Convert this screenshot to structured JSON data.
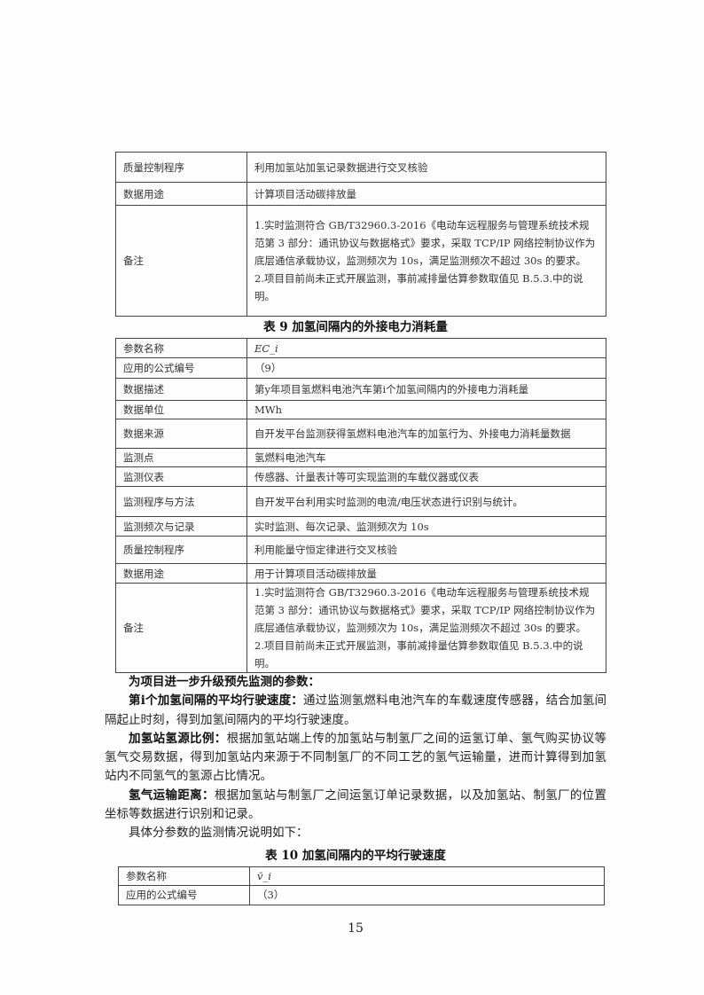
{
  "table8_tail": {
    "rows": [
      {
        "label": "质量控制程序",
        "value": "利用加氢站加氢记录数据进行交叉核验"
      },
      {
        "label": "数据用途",
        "value": "计算项目活动碳排放量"
      },
      {
        "label": "备注",
        "value1": "1.实时监测符合 GB/T32960.3-2016《电动车远程服务与管理系统技术规范第 3 部分：通讯协议与数据格式》要求，采取 TCP/IP 网络控制协议作为底层通信承载协议，监测频次为 10s，满足监测频次不超过 30s 的要求。",
        "value2": "2.项目目前尚未正式开展监测，事前减排量估算参数取值见 B.5.3.中的说明。"
      }
    ]
  },
  "table9": {
    "caption": "表 9 加氢间隔内的外接电力消耗量",
    "rows": [
      {
        "label": "参数名称",
        "value": "EC_i"
      },
      {
        "label": "应用的公式编号",
        "value": "（9）"
      },
      {
        "label": "数据描述",
        "value": "第y年项目氢燃料电池汽车第i个加氢间隔内的外接电力消耗量"
      },
      {
        "label": "数据单位",
        "value": "MWh"
      },
      {
        "label": "数据来源",
        "value": "自开发平台监测获得氢燃料电池汽车的加氢行为、外接电力消耗量数据"
      },
      {
        "label": "监测点",
        "value": "氢燃料电池汽车"
      },
      {
        "label": "监测仪表",
        "value": "传感器、计量表计等可实现监测的车载仪器或仪表"
      },
      {
        "label": "监测程序与方法",
        "value": "自开发平台利用实时监测的电流/电压状态进行识别与统计。"
      },
      {
        "label": "监测频次与记录",
        "value": "实时监测、每次记录、监测频次为 10s"
      },
      {
        "label": "质量控制程序",
        "value": "利用能量守恒定律进行交叉核验"
      },
      {
        "label": "数据用途",
        "value": "用于计算项目活动碳排放量"
      },
      {
        "label": "备注",
        "value1": "1.实时监测符合 GB/T32960.3-2016《电动车远程服务与管理系统技术规范第 3 部分：通讯协议与数据格式》要求，采取 TCP/IP 网络控制协议作为底层通信承载协议，监测频次为 10s，满足监测频次不超过 30s 的要求。",
        "value2": "2.项目目前尚未正式开展监测，事前减排量估算参数取值见 B.5.3.中的说明。"
      }
    ]
  },
  "body": {
    "heading": "为项目进一步升级预先监测的参数：",
    "p1_bold": "第i个加氢间隔的平均行驶速度：",
    "p1": "通过监测氢燃料电池汽车的车载速度传感器，结合加氢间隔起止时刻，得到加氢间隔内的平均行驶速度。",
    "p2_bold": "加氢站氢源比例：",
    "p2": "根据加氢站端上传的加氢站与制氢厂之间的运氢订单、氢气购买协议等氢气交易数据，得到加氢站内来源于不同制氢厂的不同工艺的氢气运输量，进而计算得到加氢站内不同氢气的氢源占比情况。",
    "p3_bold": "氢气运输距离：",
    "p3": "根据加氢站与制氢厂之间运氢订单记录数据，以及加氢站、制氢厂的位置坐标等数据进行识别和记录。",
    "p4": "具体分参数的监测情况说明如下："
  },
  "table10": {
    "caption": "表 10  加氢间隔内的平均行驶速度",
    "rows": [
      {
        "label": "参数名称",
        "value": "v̄_i"
      },
      {
        "label": "应用的公式编号",
        "value": "（3）"
      }
    ]
  },
  "page_number": "15"
}
